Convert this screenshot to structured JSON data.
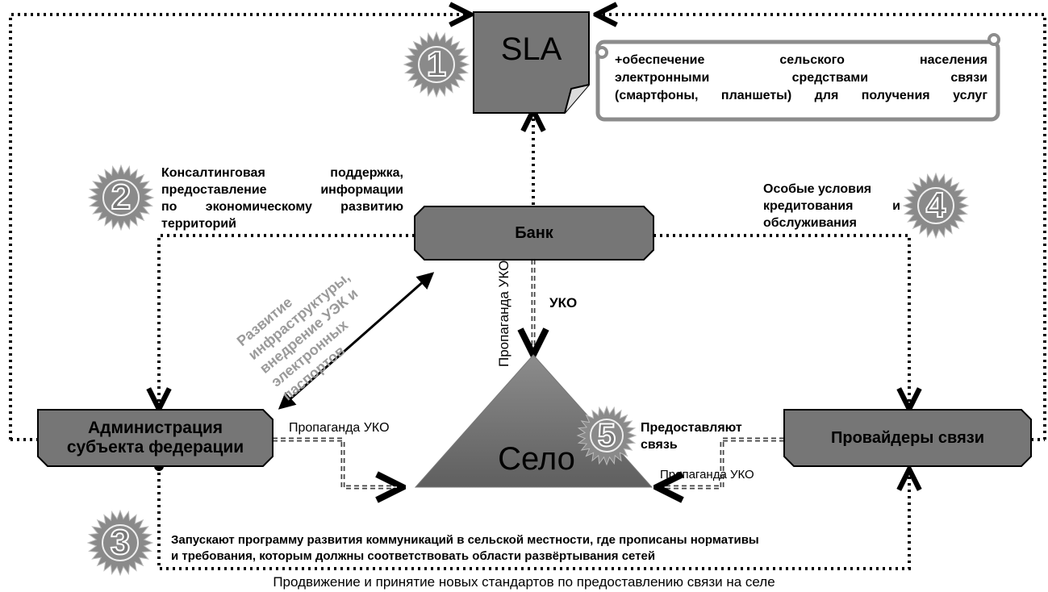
{
  "sla": {
    "label": "SLA",
    "note": "+обеспечение сельского населения электронными средствами связи (смартфоны, планшеты) для получения услуг",
    "note_lines": [
      "+обеспечение сельского населения",
      "электронными средствами связи",
      "(смартфоны, планшеты) для получения услуг"
    ]
  },
  "bank": {
    "label": "Банк"
  },
  "admin": {
    "label_line1": "Администрация",
    "label_line2": "субъекта федерации"
  },
  "providers": {
    "label": "Провайдеры связи"
  },
  "village": {
    "label": "Село"
  },
  "markers": [
    "1",
    "2",
    "3",
    "4",
    "5"
  ],
  "texts": {
    "consulting_lines": [
      "Консалтинговая поддержка,",
      "предоставление информации",
      "по экономическому развитию",
      "территорий"
    ],
    "credit_lines": [
      "Особые условия",
      "кредитования и",
      "обслуживания"
    ],
    "infra_lines": [
      "Развитие",
      "инфраструктуры,",
      "внедрение УЭК и",
      "электронных",
      "паспортов"
    ],
    "propaganda_vertical": "Пропаганда УКО",
    "uko": "УКО",
    "propaganda_admin": "Пропаганда УКО",
    "propaganda_providers": "Пропаганда УКО",
    "provide_lines": [
      "Предоставляют",
      "связь"
    ],
    "program_lines": [
      "Запускают программу развития коммуникаций в сельской местности, где прописаны нормативы",
      "и требования, которым должны соответствовать области развёртывания сетей"
    ],
    "standards": "Продвижение и принятие новых стандартов по предоставлению связи на селе"
  },
  "colors": {
    "box_fill": "#767676",
    "burst_fill": "#8a8a8a",
    "note_border": "#8c8c8c",
    "line": "#000000"
  }
}
